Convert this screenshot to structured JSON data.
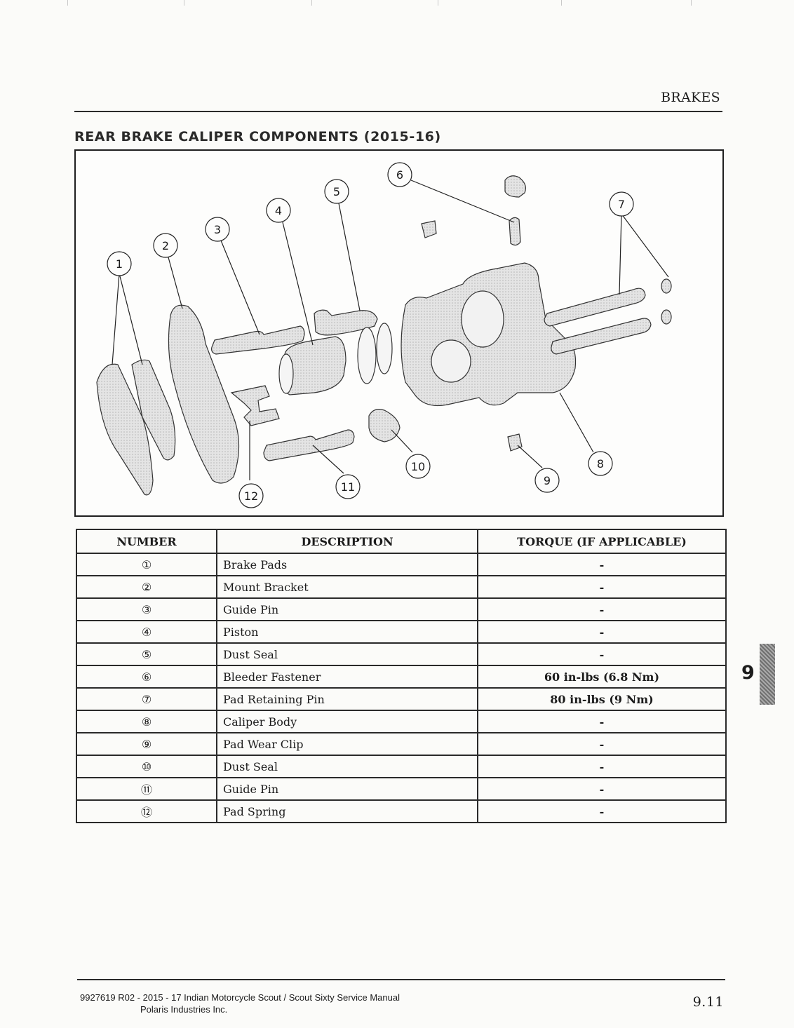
{
  "header": {
    "section": "BRAKES"
  },
  "figure": {
    "title": "REAR BRAKE CALIPER COMPONENTS (2015-16)",
    "callouts": [
      "1",
      "2",
      "3",
      "4",
      "5",
      "6",
      "7",
      "8",
      "9",
      "10",
      "11",
      "12"
    ]
  },
  "table": {
    "columns": [
      "NUMBER",
      "DESCRIPTION",
      "TORQUE (IF APPLICABLE)"
    ],
    "rows": [
      {
        "number": "①",
        "description": "Brake Pads",
        "torque": "-"
      },
      {
        "number": "②",
        "description": "Mount Bracket",
        "torque": "-"
      },
      {
        "number": "③",
        "description": "Guide Pin",
        "torque": "-"
      },
      {
        "number": "④",
        "description": "Piston",
        "torque": "-"
      },
      {
        "number": "⑤",
        "description": "Dust Seal",
        "torque": "-"
      },
      {
        "number": "⑥",
        "description": "Bleeder Fastener",
        "torque": "60 in-lbs (6.8 Nm)"
      },
      {
        "number": "⑦",
        "description": "Pad Retaining Pin",
        "torque": "80 in-lbs (9 Nm)"
      },
      {
        "number": "⑧",
        "description": "Caliper Body",
        "torque": "-"
      },
      {
        "number": "⑨",
        "description": "Pad Wear Clip",
        "torque": "-"
      },
      {
        "number": "⑩",
        "description": "Dust Seal",
        "torque": "-"
      },
      {
        "number": "⑪",
        "description": "Guide Pin",
        "torque": "-"
      },
      {
        "number": "⑫",
        "description": "Pad Spring",
        "torque": "-"
      }
    ]
  },
  "side_tab": {
    "chapter": "9"
  },
  "footer": {
    "manual": "9927619 R02 - 2015 - 17 Indian Motorcycle Scout / Scout Sixty Service Manual",
    "company": "Polaris Industries Inc.",
    "page": "9.11"
  }
}
